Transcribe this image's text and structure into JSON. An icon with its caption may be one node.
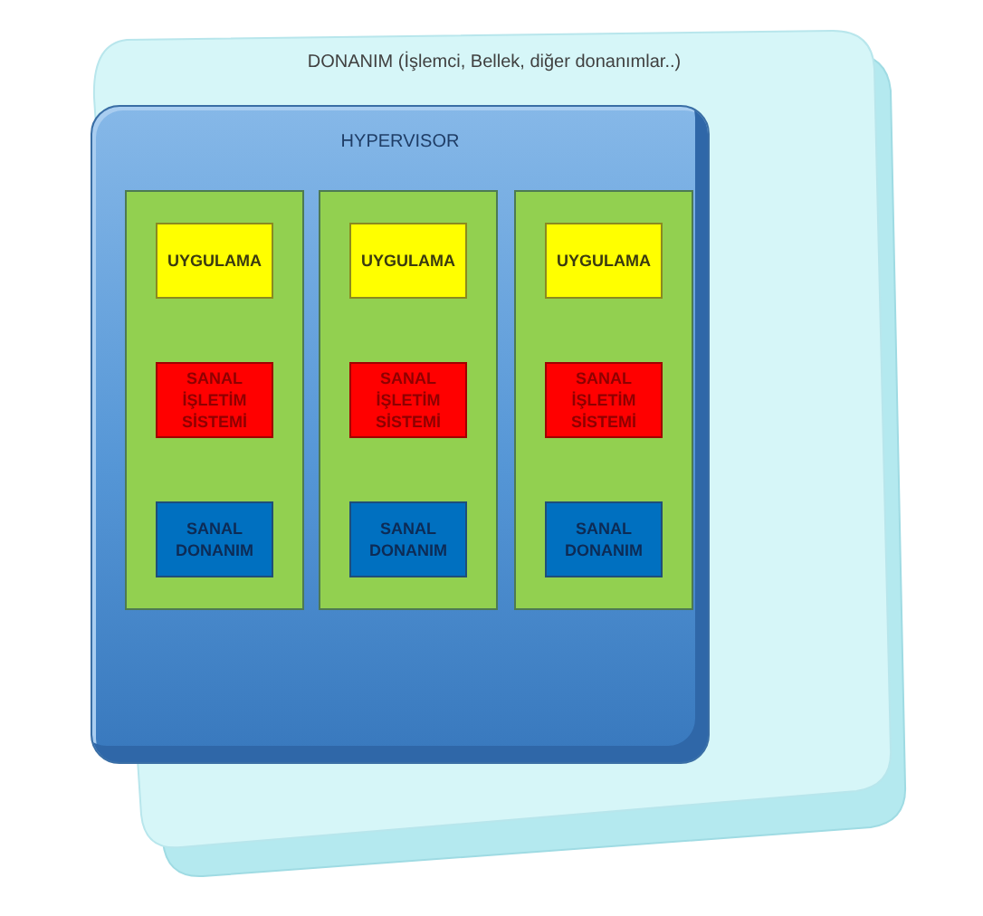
{
  "diagram": {
    "nodes": [
      {
        "text": [
          "DONANIM (İşlemci, Bellek, diğer donanımlar..)"
        ]
      },
      {
        "text": [
          "HYPERVISOR"
        ],
        "in": 0
      },
      {
        "text": [],
        "shape": "box",
        "in": 1
      },
      {
        "text": [
          "UYGULAMA"
        ],
        "in": 2
      },
      {
        "text": [
          "SANAL İŞLETİM SİSTEMİ"
        ],
        "in": 2
      },
      {
        "text": [
          "SANAL DONANIM"
        ],
        "in": 2
      },
      {
        "text": [],
        "shape": "box",
        "in": 1
      },
      {
        "text": [
          "UYGULAMA"
        ],
        "in": 6
      },
      {
        "text": [
          "SANAL İŞLETİM SİSTEMİ"
        ],
        "in": 6
      },
      {
        "text": [
          "SANAL DONANIM"
        ],
        "in": 6
      },
      {
        "text": [],
        "shape": "box",
        "in": 1
      },
      {
        "text": [
          "UYGULAMA"
        ],
        "in": 10
      },
      {
        "text": [
          "SANAL İŞLETİM SİSTEMİ"
        ],
        "in": 10
      },
      {
        "text": [
          "SANAL DONANIM"
        ],
        "in": 10
      }
    ]
  }
}
